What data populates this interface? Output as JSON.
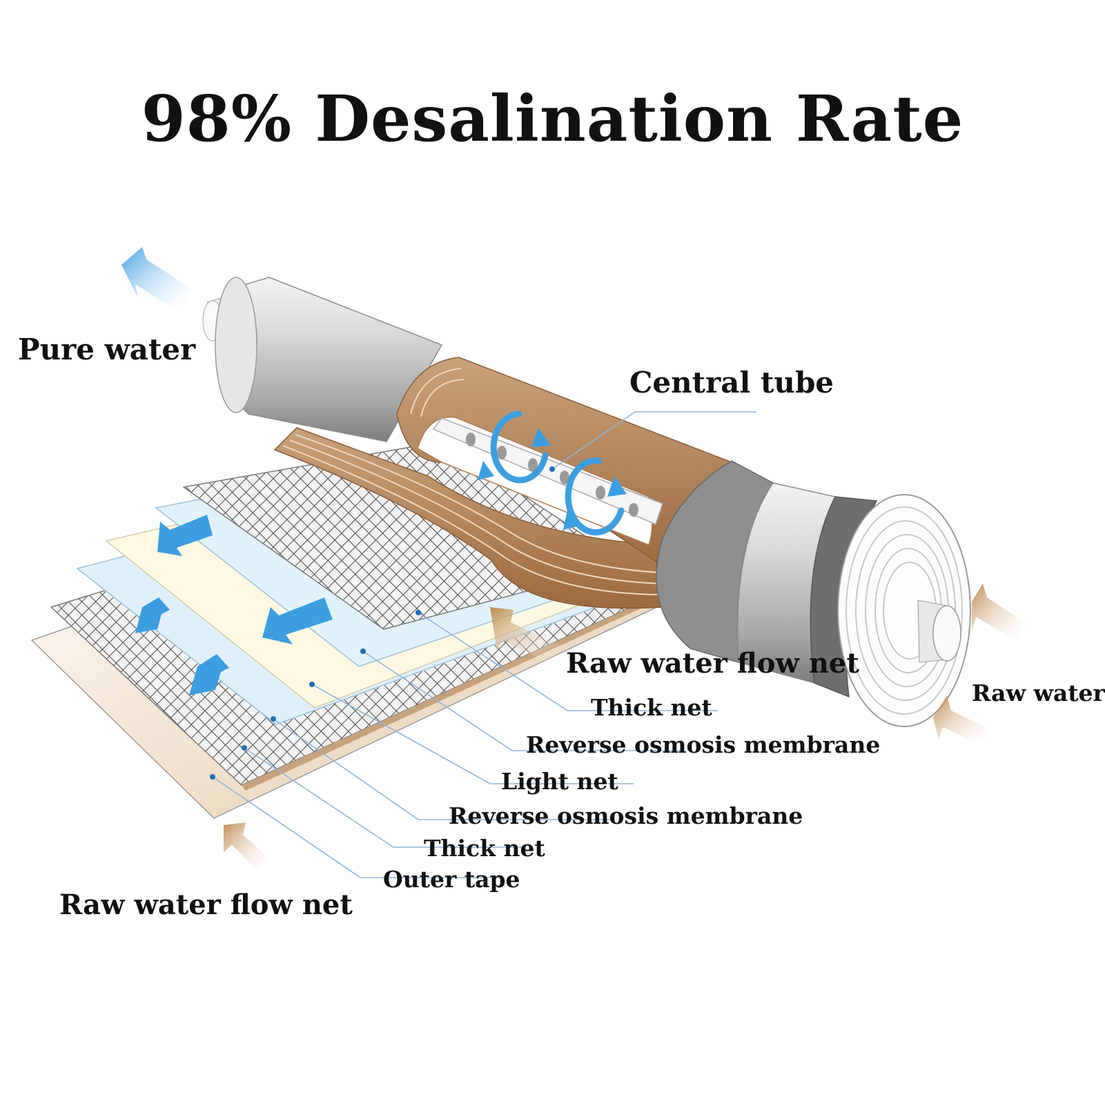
{
  "title": "98% Desalination Rate",
  "labels": {
    "pure_water": "Pure water",
    "central_tube": "Central tube",
    "raw_water_flow_net_right": "Raw water flow net",
    "raw_water": "Raw water",
    "thick_net_1": "Thick net",
    "reverse_osmosis_membrane_1": "Reverse osmosis membrane",
    "light_net": "Light net",
    "reverse_osmosis_membrane_2": "Reverse osmosis membrane",
    "thick_net_2": "Thick net",
    "outer_tape": "Outer tape",
    "raw_water_flow_net_bottom": "Raw water flow net"
  },
  "colors": {
    "pure_water_arrow": "#4aa3df",
    "raw_water_arrow": "#c79a62",
    "membrane_wrap": "#b5865a",
    "cartridge_shell": "#bfbfbf",
    "leader_line": "#8fb4d8"
  }
}
